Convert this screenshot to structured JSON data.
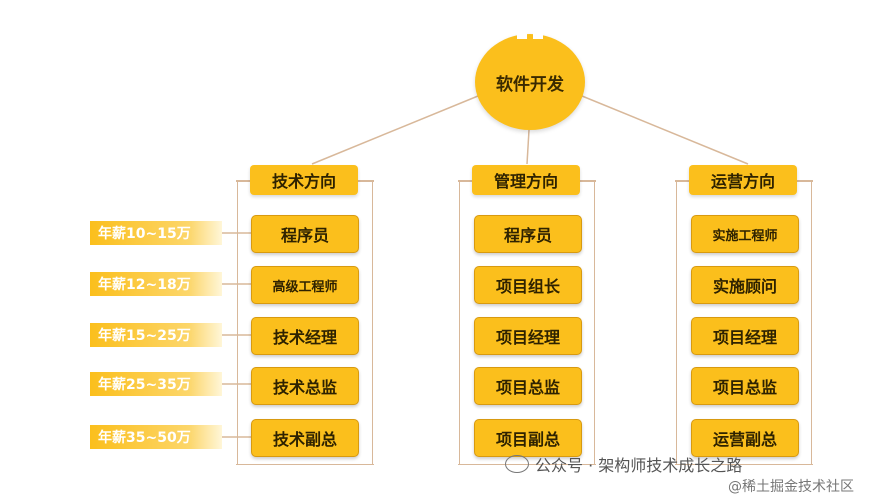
{
  "root": {
    "label": "软件开发"
  },
  "columns": [
    {
      "header": "技术方向",
      "items": [
        "程序员",
        "高级工程师",
        "技术经理",
        "技术总监",
        "技术副总"
      ]
    },
    {
      "header": "管理方向",
      "items": [
        "程序员",
        "项目组长",
        "项目经理",
        "项目总监",
        "项目副总"
      ]
    },
    {
      "header": "运营方向",
      "items": [
        "实施工程师",
        "实施顾问",
        "项目经理",
        "项目总监",
        "运营副总"
      ]
    }
  ],
  "salaries": [
    "年薪10~15万",
    "年薪12~18万",
    "年薪15~25万",
    "年薪25~35万",
    "年薪35~50万"
  ],
  "footer": {
    "source": "公众号 · 架构师技术成长之路",
    "watermark": "@稀土掘金技术社区"
  },
  "colors": {
    "box": "#fbbf1c",
    "line": "#d8b89a"
  }
}
